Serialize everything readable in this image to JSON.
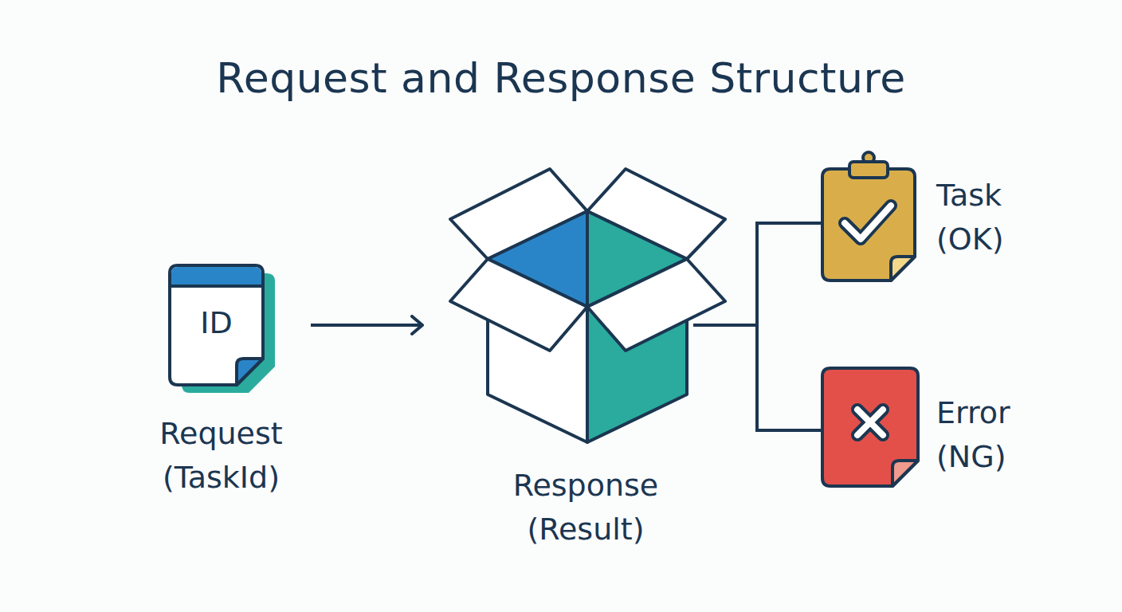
{
  "diagram": {
    "title": "Request and Response Structure",
    "nodes": [
      {
        "text": [
          "ID",
          "Request (TaskId)"
        ]
      },
      {
        "text": [
          "Response (Result)"
        ]
      },
      {
        "text": [
          "Task (OK)"
        ]
      },
      {
        "text": [
          "Error (NG)"
        ]
      }
    ],
    "edges": [
      {
        "from": 0,
        "to": 1,
        "arrow": "to"
      },
      {
        "from": 1,
        "to": 2,
        "arrow": "none"
      },
      {
        "from": 1,
        "to": 3,
        "arrow": "none"
      }
    ]
  }
}
